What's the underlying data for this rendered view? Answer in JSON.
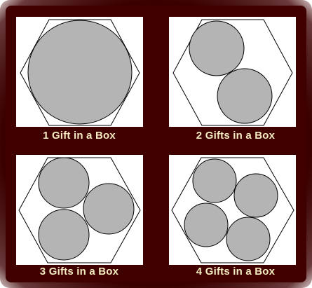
{
  "panels": [
    {
      "caption": "1 Gift in a Box",
      "gifts": 1
    },
    {
      "caption": "2 Gifts in a Box",
      "gifts": 2
    },
    {
      "caption": "3 Gifts in a Box",
      "gifts": 3
    },
    {
      "caption": "4 Gifts in a Box",
      "gifts": 4
    }
  ],
  "colors": {
    "frame": "#400000",
    "gift_fill": "#b4b4b4",
    "caption_text": "#f4ecc0",
    "panel_bg": "#ffffff"
  }
}
